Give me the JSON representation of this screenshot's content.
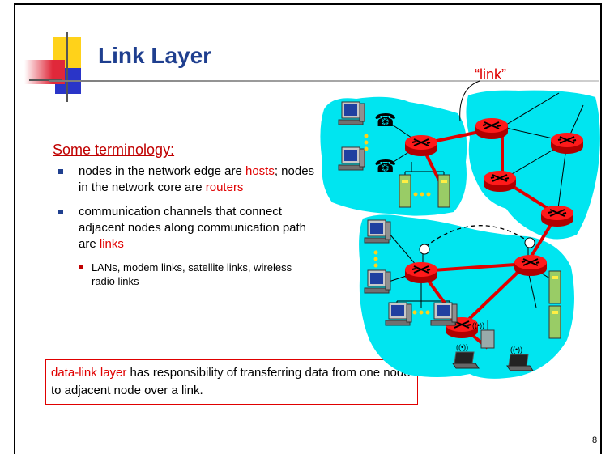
{
  "title": "Link Layer",
  "subheading": "Some terminology:",
  "bullets": {
    "b1_pre": "nodes in the network edge are ",
    "b1_hosts": "hosts",
    "b1_mid": "; nodes in the network core are ",
    "b1_routers": "routers",
    "b2_pre": "communication channels that connect adjacent nodes along communication path are ",
    "b2_links": "links",
    "sub1": "LANs, modem links, satellite links, wireless radio links"
  },
  "callout": {
    "highlight": "data-link layer",
    "rest": " has responsibility of transferring data from one node to adjacent node over a link."
  },
  "diagram": {
    "link_label": "“link”"
  },
  "page_number": "8",
  "colors": {
    "title": "#1f3f8f",
    "accent_red": "#e00000",
    "cloud": "#00e5f0",
    "router": "#e00000",
    "deco_yellow": "#ffd21a",
    "deco_blue": "#2a35c8",
    "deco_red": "#e0283a"
  }
}
